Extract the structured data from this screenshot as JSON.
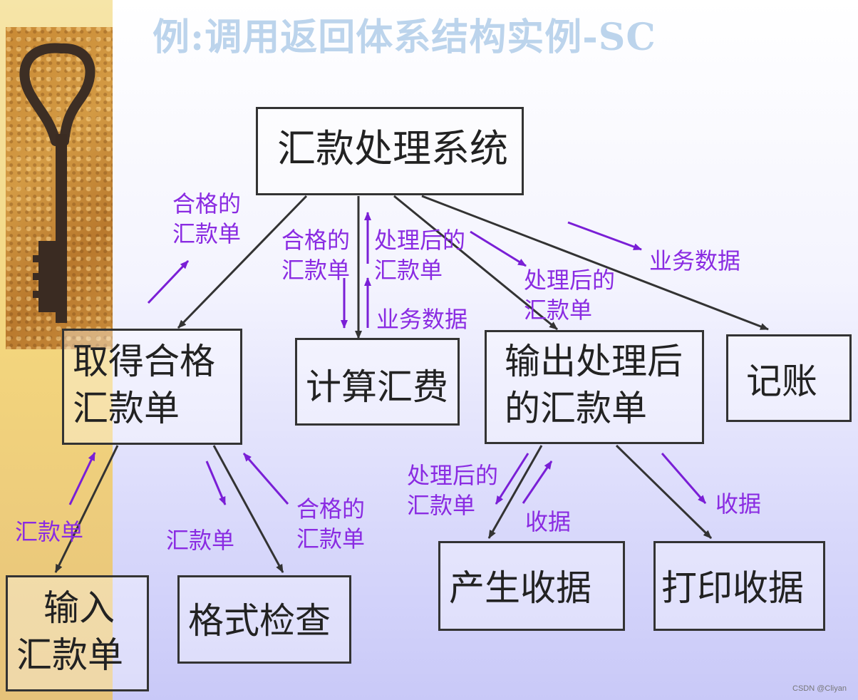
{
  "title": "例:调用返回体系结构实例-SC",
  "boxes": {
    "root": "汇款处理系统",
    "get_valid_line1": "取得合格",
    "get_valid_line2": "汇款单",
    "compute_fee": "计算汇费",
    "output_line1": "输出处理后",
    "output_line2": "的汇款单",
    "bookkeeping": "记账",
    "input_line1": "输入",
    "input_line2": "汇款单",
    "format_check": "格式检查",
    "make_receipt": "产生收据",
    "print_receipt": "打印收据"
  },
  "labels": {
    "valid_up_l1": "合格的",
    "valid_up_l2": "汇款单",
    "valid_down_l1": "合格的",
    "valid_down_l2": "汇款单",
    "processed_up_l1": "处理后的",
    "processed_up_l2": "汇款单",
    "business_fee": "业务数据",
    "processed_right_l1": "处理后的",
    "processed_right_l2": "汇款单",
    "business_book": "业务数据",
    "input_out": "汇款单",
    "check_in": "汇款单",
    "check_out_l1": "合格的",
    "check_out_l2": "汇款单",
    "receipt_in_l1": "处理后的",
    "receipt_in_l2": "汇款单",
    "receipt_out": "收据",
    "print_in": "收据"
  },
  "colors": {
    "flow_arrow": "#7a1fd6",
    "call_arrow": "#333333",
    "title": "#bcd4ec"
  },
  "watermark": "CSDN @Cliyan"
}
